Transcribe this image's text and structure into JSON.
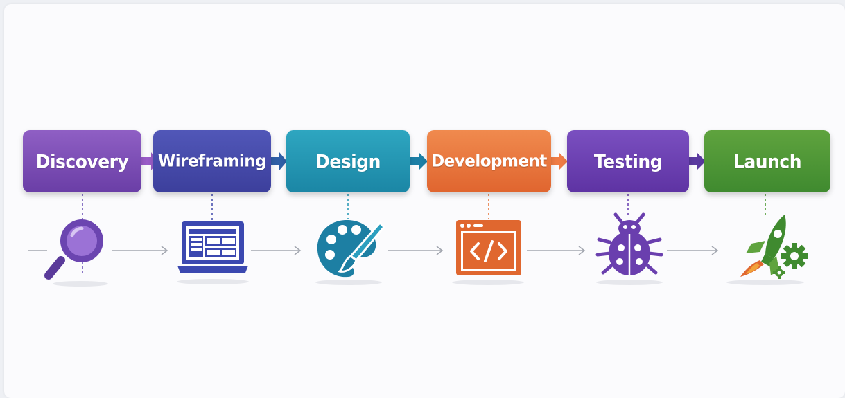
{
  "stages": [
    {
      "label": "Discovery",
      "icon": "magnifier-icon",
      "color": "#7a4db5"
    },
    {
      "label": "Wireframing",
      "icon": "laptop-wireframe-icon",
      "color": "#3f44a3"
    },
    {
      "label": "Design",
      "icon": "palette-brush-icon",
      "color": "#1f8fab"
    },
    {
      "label": "Development",
      "icon": "code-window-icon",
      "color": "#e46c34"
    },
    {
      "label": "Testing",
      "icon": "bug-icon",
      "color": "#6a3fae"
    },
    {
      "label": "Launch",
      "icon": "rocket-gear-icon",
      "color": "#4a9233"
    }
  ]
}
